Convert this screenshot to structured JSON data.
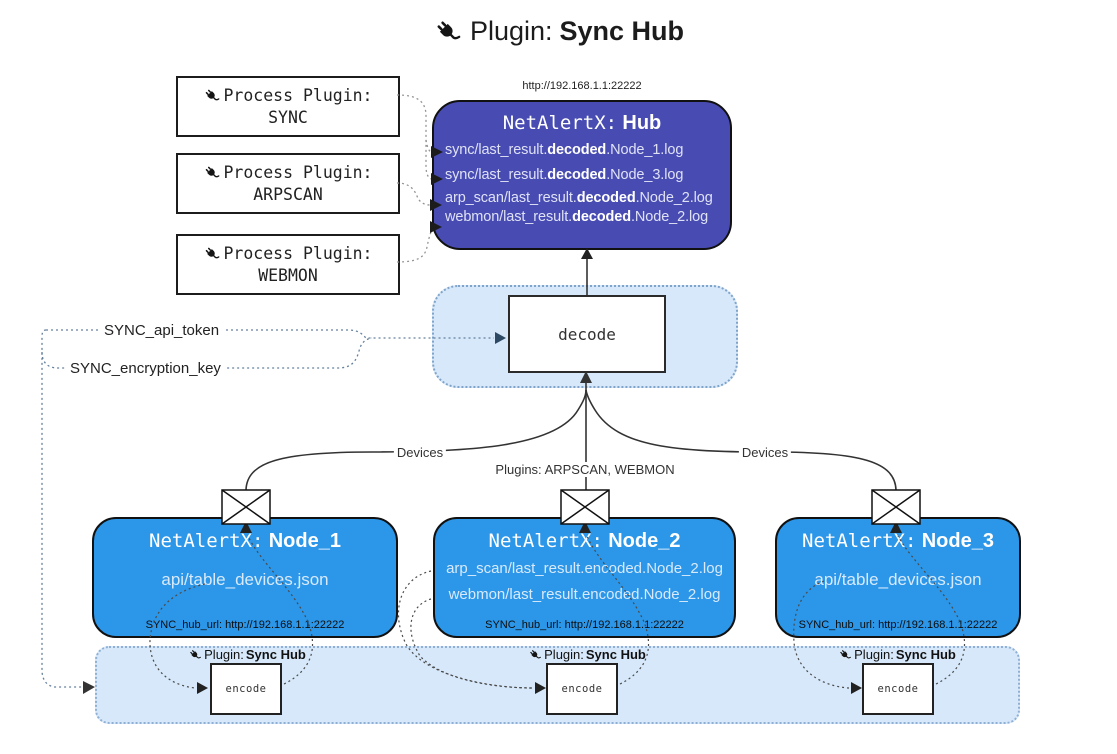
{
  "title": {
    "prefix": "Plugin:",
    "bold": "Sync Hub"
  },
  "process_plugins": [
    {
      "label": "Process Plugin:",
      "name": "SYNC"
    },
    {
      "label": "Process Plugin:",
      "name": "ARPSCAN"
    },
    {
      "label": "Process Plugin:",
      "name": "WEBMON"
    }
  ],
  "hub": {
    "url_above": "http://192.168.1.1:22222",
    "title_prefix": "NetAlertX:",
    "title_bold": "Hub",
    "lines": [
      {
        "pre": "sync/last_result.",
        "bold": "decoded",
        "post": ".Node_1.log"
      },
      {
        "pre": "sync/last_result.",
        "bold": "decoded",
        "post": ".Node_3.log"
      },
      {
        "pre": "arp_scan/last_result.",
        "bold": "decoded",
        "post": ".Node_2.log"
      },
      {
        "pre": "webmon/last_result.",
        "bold": "decoded",
        "post": ".Node_2.log"
      }
    ]
  },
  "decode": {
    "label": "decode"
  },
  "config_labels": {
    "api_token": "SYNC_api_token",
    "encryption_key": "SYNC_encryption_key"
  },
  "edge_labels": {
    "devices_left": "Devices",
    "plugins_center": "Plugins: ARPSCAN, WEBMON",
    "devices_right": "Devices"
  },
  "nodes": [
    {
      "title_prefix": "NetAlertX:",
      "title_bold": "Node_1",
      "lines": [
        "api/table_devices.json"
      ],
      "hub_url": "SYNC_hub_url: http://192.168.1.1:22222"
    },
    {
      "title_prefix": "NetAlertX:",
      "title_bold": "Node_2",
      "lines": [
        "arp_scan/last_result.encoded.Node_2.log",
        "webmon/last_result.encoded.Node_2.log"
      ],
      "hub_url": "SYNC_hub_url: http://192.168.1.1:22222"
    },
    {
      "title_prefix": "NetAlertX:",
      "title_bold": "Node_3",
      "lines": [
        "api/table_devices.json"
      ],
      "hub_url": "SYNC_hub_url: http://192.168.1.1:22222"
    }
  ],
  "encoders": [
    {
      "plugin_prefix": "Plugin:",
      "plugin_bold": "Sync Hub",
      "box_label": "encode"
    },
    {
      "plugin_prefix": "Plugin:",
      "plugin_bold": "Sync Hub",
      "box_label": "encode"
    },
    {
      "plugin_prefix": "Plugin:",
      "plugin_bold": "Sync Hub",
      "box_label": "encode"
    }
  ],
  "colors": {
    "hub_fill": "#484CB2",
    "node_fill": "#2C96E8",
    "container_fill": "#D6E8FA",
    "box_border": "#111111",
    "hub_text": "#DFE2F5",
    "node_text": "#D8EAFC"
  }
}
